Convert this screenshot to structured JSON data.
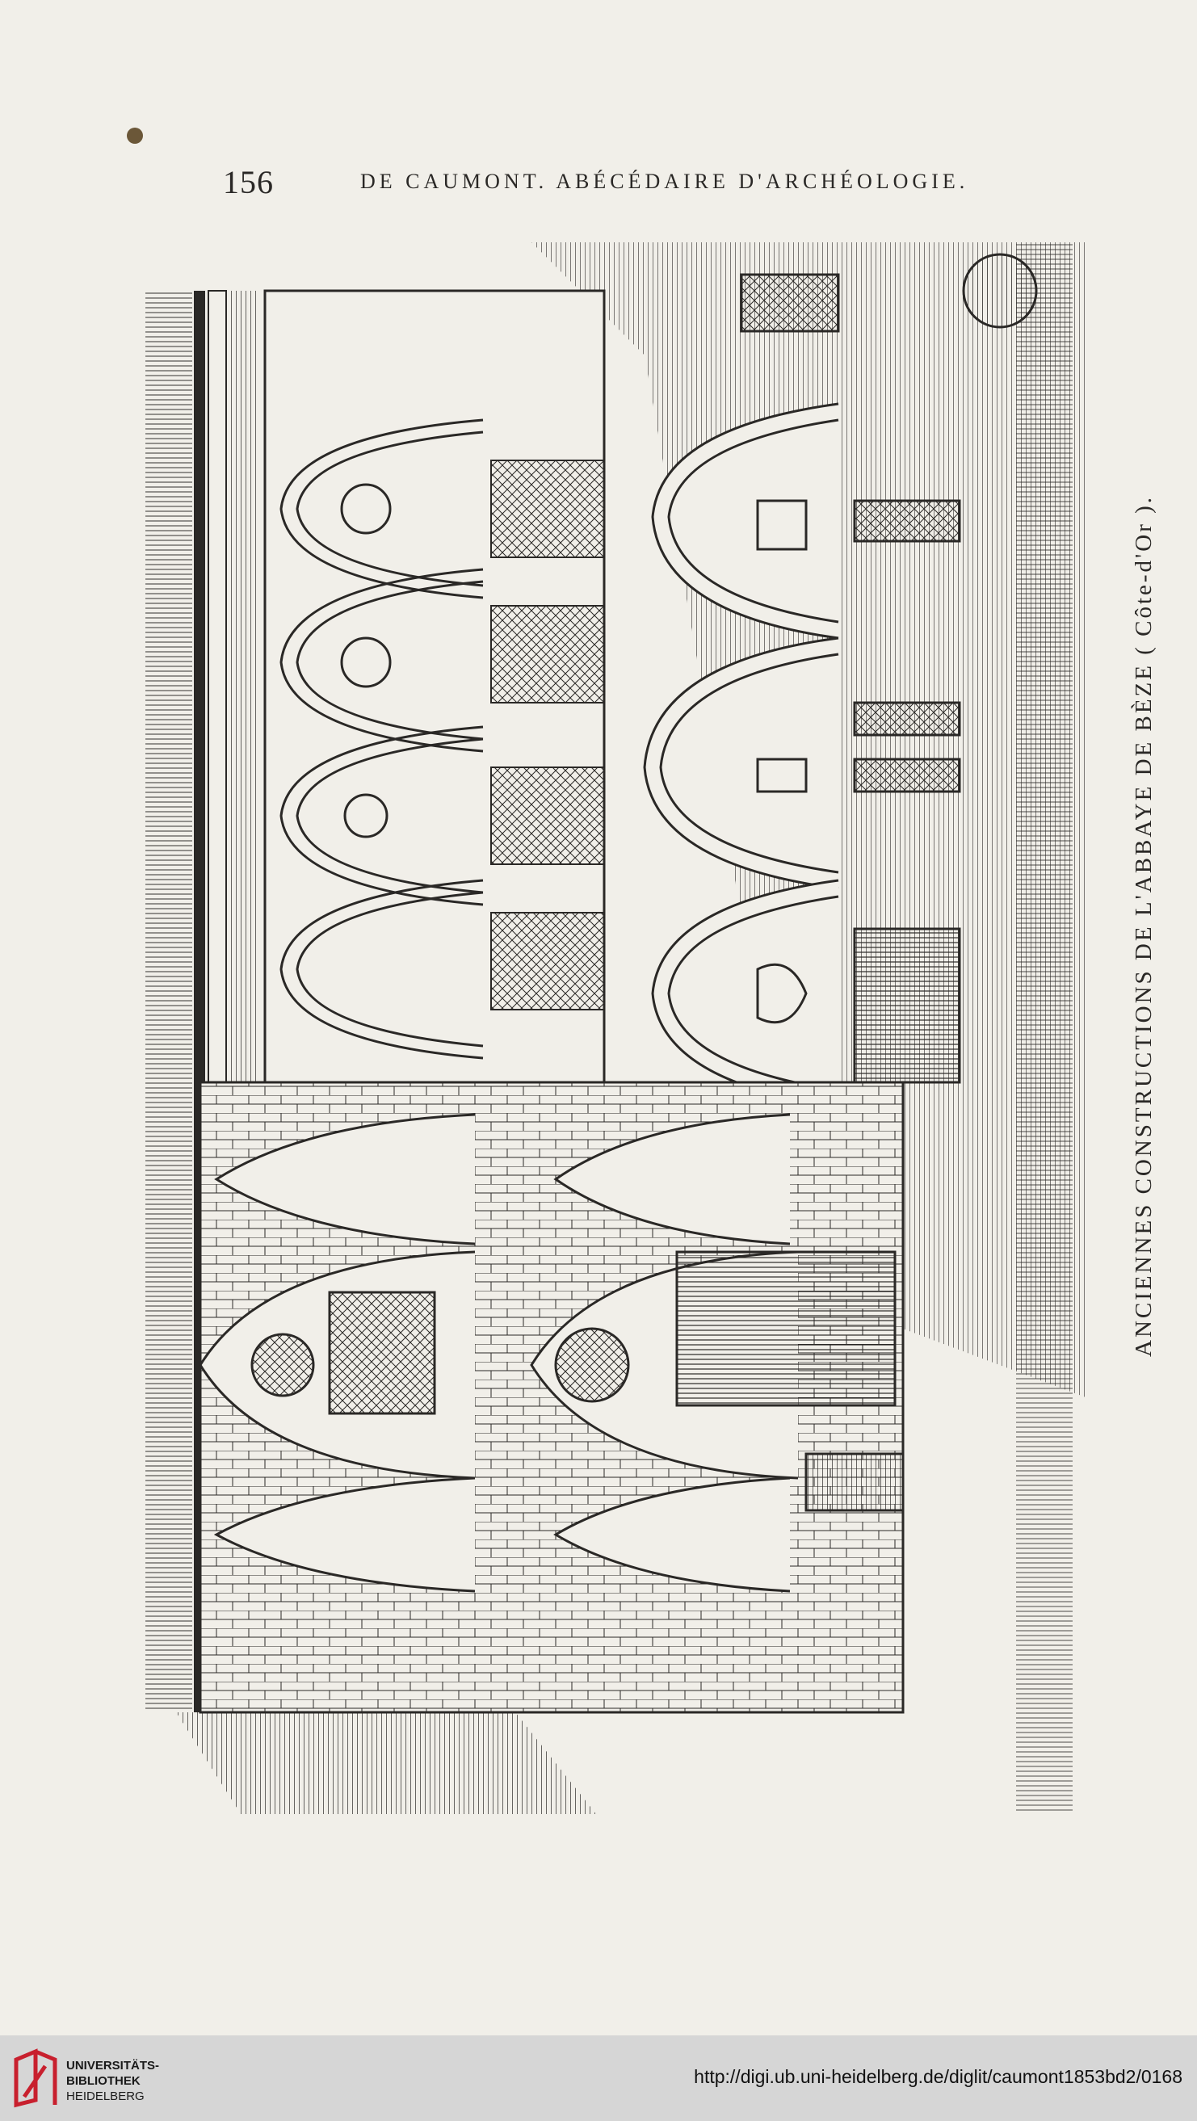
{
  "header": {
    "page_number": "156",
    "running_head": "DE CAUMONT. ABÉCÉDAIRE D'ARCHÉOLOGIE."
  },
  "figure": {
    "caption": "ANCIENNES CONSTRUCTIONS DE L'ABBAYE DE BÈZE ( Côte-d'Or )."
  },
  "footer": {
    "library_line1": "UNIVERSITÄTS-",
    "library_line2": "BIBLIOTHEK",
    "library_line3": "HEIDELBERG",
    "url": "http://digi.ub.uni-heidelberg.de/diglit/caumont1853bd2/0168"
  },
  "colors": {
    "paper": "#f1efe9",
    "ink": "#2a2826",
    "footer_bar": "#d6d6d6",
    "logo_red": "#c8202e"
  }
}
